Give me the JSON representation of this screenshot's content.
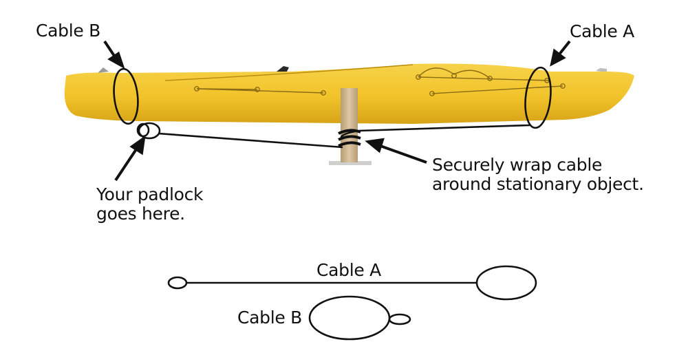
{
  "labels": {
    "cable_b_top": "Cable B",
    "cable_a_top": "Cable A",
    "wrap_line1": "Securely wrap cable",
    "wrap_line2": "around stationary object.",
    "padlock_line1": "Your padlock",
    "padlock_line2": "goes here.",
    "cable_a_bottom": "Cable A",
    "cable_b_bottom": "Cable B"
  },
  "colors": {
    "kayak_body": "#f3c62c",
    "kayak_shade": "#d9a81a",
    "kayak_deck_line": "#8a6a14",
    "post": "#c9b28e",
    "post_base": "#cfcfcf",
    "cable": "#111111"
  }
}
